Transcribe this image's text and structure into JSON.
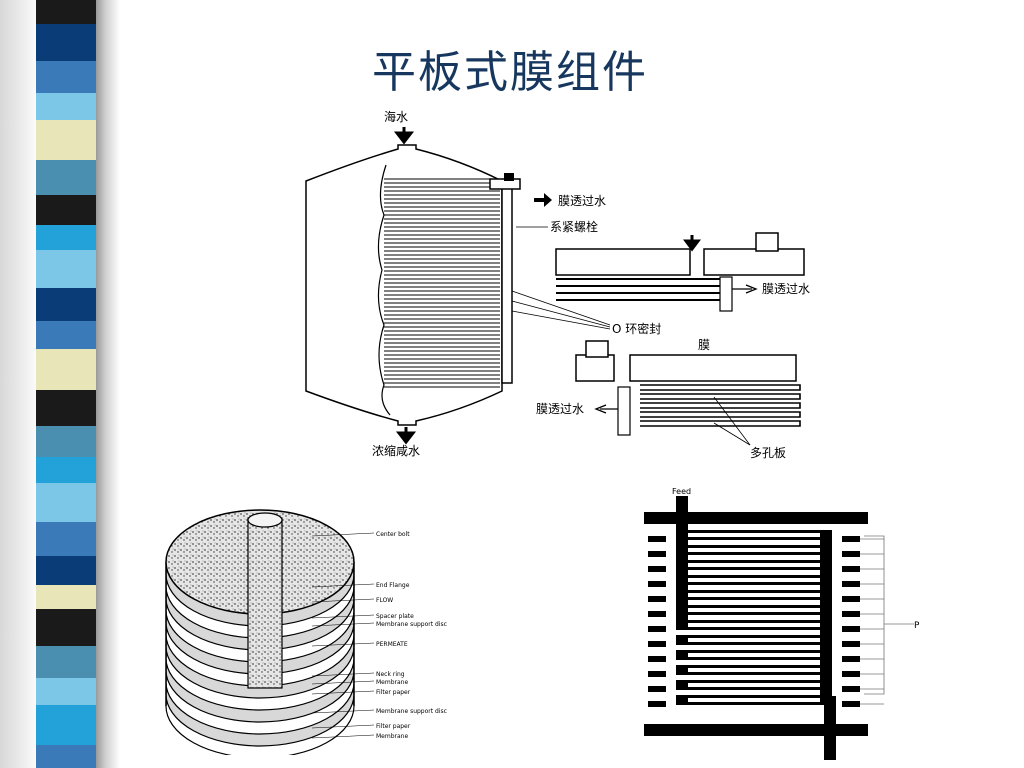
{
  "slide": {
    "title": "平板式膜组件"
  },
  "figure_top": {
    "labels": {
      "seawater": "海水",
      "permeate_top": "膜透过水",
      "tie_bolt": "系紧螺栓",
      "permeate_right": "膜透过水",
      "o_ring": "O 环密封",
      "membrane": "膜",
      "permeate_left": "膜透过水",
      "concentrate": "浓缩咸水",
      "porous_plate": "多孔板"
    }
  },
  "figure_left": {
    "labels": {
      "center_bolt": "Center bolt",
      "end_flange": "End Flange",
      "flow": "FLOW",
      "spacer_plate": "Spacer plate",
      "membrane_support_1": "Membrane support disc",
      "permeate": "PERMEATE",
      "neck_ring": "Neck ring",
      "membrane_1": "Membrane",
      "filter_paper_1": "Filter paper",
      "membrane_support_2": "Membrane support disc",
      "filter_paper_2": "Filter paper",
      "membrane_2": "Membrane"
    }
  },
  "figure_right": {
    "labels": {
      "feed": "Feed",
      "permeate": "P"
    }
  },
  "colors": {
    "title": "#17375e",
    "stripe_palette": [
      "#1a1a1a",
      "#3a7ab8",
      "#7cc6e8",
      "#e8e6b8",
      "#0a3c78",
      "#22a2d8",
      "#4a8fb0"
    ]
  }
}
